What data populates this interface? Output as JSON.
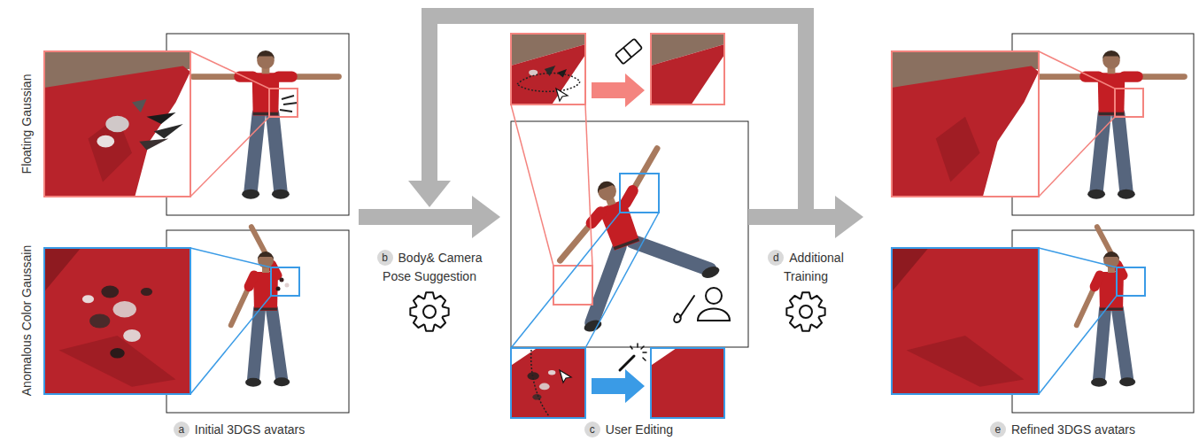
{
  "diagram": {
    "nodes": [
      {
        "text": [
          "a",
          "Initial 3DGS avatars"
        ]
      },
      {
        "text": [
          "c",
          "User Editing"
        ]
      },
      {
        "text": [
          "e",
          "Refined 3DGS avatars"
        ]
      }
    ],
    "edges": [
      {
        "from": 0,
        "to": 1,
        "arrow": "to",
        "label": "Body& Camera Pose Suggestion"
      },
      {
        "from": 1,
        "to": 2,
        "arrow": "to",
        "label": "Additional Training"
      }
    ],
    "labels": [
      "Floating Gaussian",
      "Anomalous Color Gaussain",
      "b",
      "d"
    ]
  }
}
